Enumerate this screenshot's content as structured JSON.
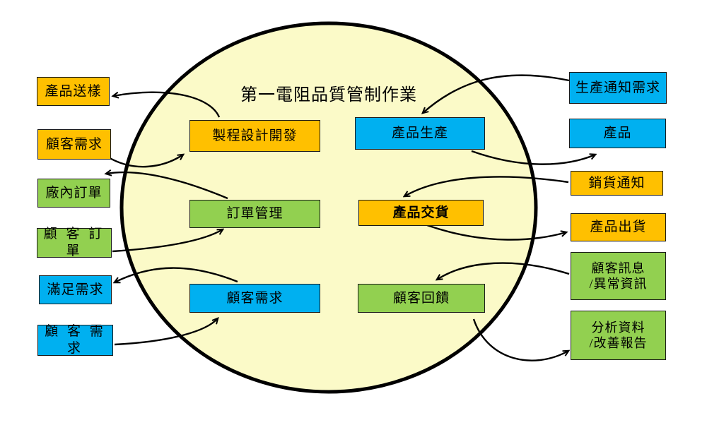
{
  "diagram": {
    "title": "第一電阻品質管制作業",
    "colors": {
      "orange": "#FFC000",
      "green": "#92D050",
      "blue": "#00B0F0",
      "circle_fill": "#FBFAC8",
      "line": "#000000"
    },
    "inside_boxes": [
      {
        "label": "製程設計開發",
        "color": "orange"
      },
      {
        "label": "產品生產",
        "color": "blue"
      },
      {
        "label": "訂單管理",
        "color": "green"
      },
      {
        "label": "產品交貨",
        "color": "orange",
        "bold": true
      },
      {
        "label": "顧客需求",
        "color": "blue"
      },
      {
        "label": "顧客回饋",
        "color": "green"
      }
    ],
    "left_boxes": [
      {
        "label": "產品送樣",
        "color": "orange"
      },
      {
        "label": "顧客需求",
        "color": "orange"
      },
      {
        "label": "廠內訂單",
        "color": "green"
      },
      {
        "label": "顧 客 訂 單",
        "color": "green"
      },
      {
        "label": "滿足需求",
        "color": "blue"
      },
      {
        "label": "顧 客 需 求",
        "color": "blue"
      }
    ],
    "right_boxes": [
      {
        "label": "生產通知需求",
        "color": "blue"
      },
      {
        "label": "產品",
        "color": "blue"
      },
      {
        "label": "銷貨通知",
        "color": "orange"
      },
      {
        "label": "產品出貨",
        "color": "orange"
      },
      {
        "label": "顧客訊息\n/異常資訊",
        "color": "green"
      },
      {
        "label": "分析資料\n/改善報告",
        "color": "green"
      }
    ],
    "connections": [
      {
        "from": "製程設計開發",
        "to": "產品送樣"
      },
      {
        "from": "顧客需求(左)",
        "to": "製程設計開發"
      },
      {
        "from": "訂單管理",
        "to": "廠內訂單"
      },
      {
        "from": "顧 客 訂 單",
        "to": "訂單管理"
      },
      {
        "from": "顧客需求(圈內)",
        "to": "滿足需求"
      },
      {
        "from": "顧 客 需 求",
        "to": "顧客需求(圈內)"
      },
      {
        "from": "生產通知需求",
        "to": "產品生產"
      },
      {
        "from": "產品生產",
        "to": "產品"
      },
      {
        "from": "銷貨通知",
        "to": "產品交貨"
      },
      {
        "from": "產品交貨",
        "to": "產品出貨"
      },
      {
        "from": "顧客訊息/異常資訊",
        "to": "顧客回饋"
      },
      {
        "from": "顧客回饋",
        "to": "分析資料/改善報告"
      }
    ]
  }
}
